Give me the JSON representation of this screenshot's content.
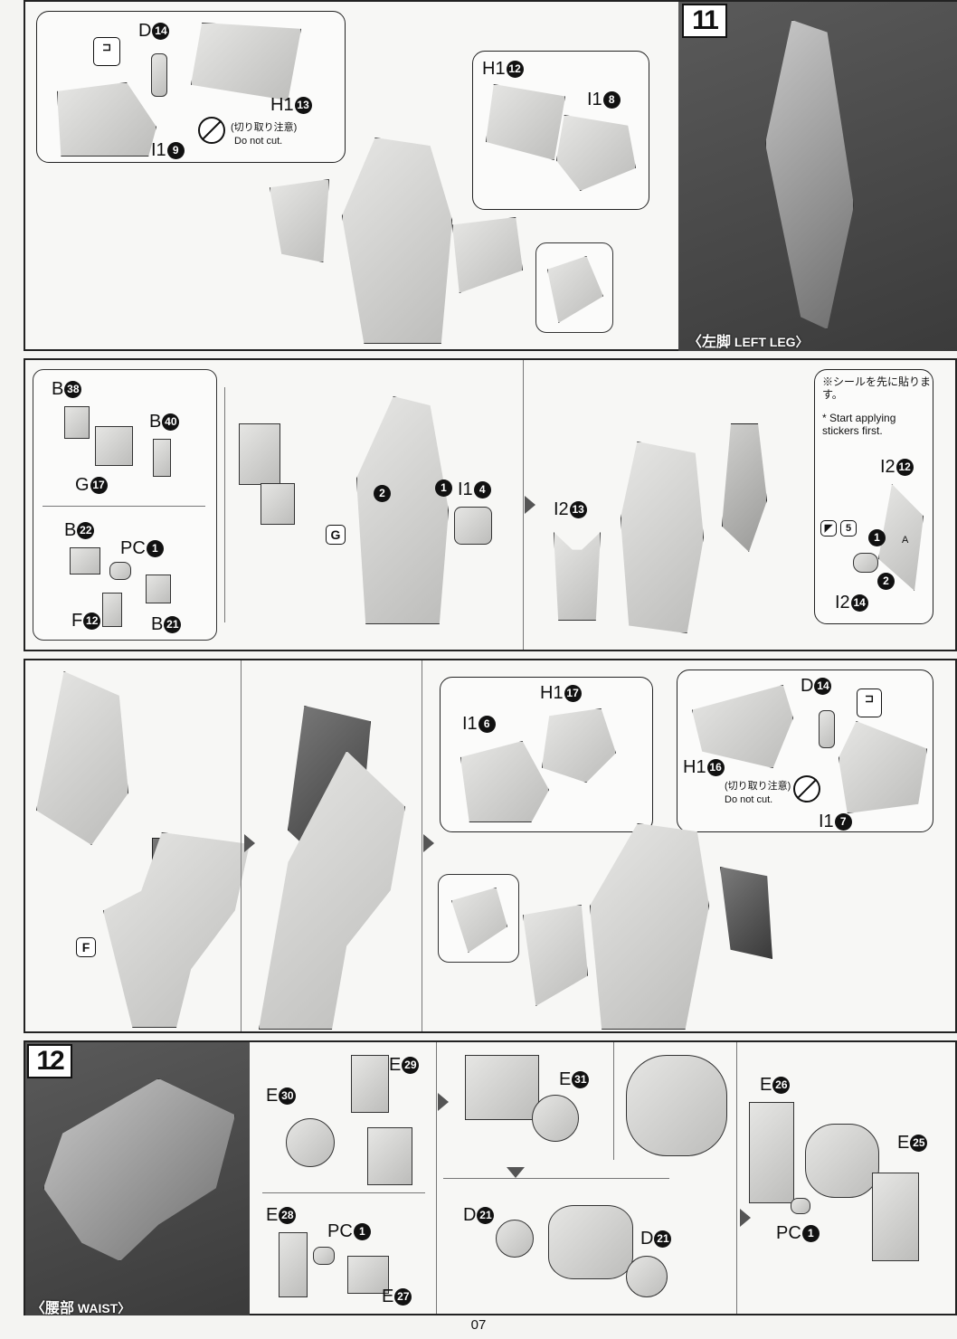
{
  "page_number": "07",
  "steps": {
    "step11": {
      "number": "11",
      "caption_jp": "〈左脚",
      "caption_en": "LEFT LEG〉",
      "panel_a": {
        "label_d14": "D",
        "num_d14": "14",
        "label_h1_13": "H1",
        "num_h1_13": "13",
        "label_i1_9": "I1",
        "num_i1_9": "9",
        "warn_jp": "(切り取り注意)",
        "warn_en": "Do not cut.",
        "label_h1_12": "H1",
        "num_h1_12": "12",
        "label_i1_8": "I1",
        "num_i1_8": "8"
      },
      "panel_b": {
        "label_b38": "B",
        "num_b38": "38",
        "label_b40": "B",
        "num_b40": "40",
        "label_g17": "G",
        "num_g17": "17",
        "label_b22": "B",
        "num_b22": "22",
        "label_pc1": "PC",
        "num_pc1": "1",
        "label_f12": "F",
        "num_f12": "12",
        "label_b21": "B",
        "num_b21": "21",
        "tag_g": "G",
        "order_1": "1",
        "order_2": "2",
        "label_i1_4": "I1",
        "num_i1_4": "4",
        "label_i2_13": "I2",
        "num_i2_13": "13",
        "sticker_note_jp": "※シールを先に貼ります。",
        "sticker_note_en": "* Start applying stickers first.",
        "label_i2_12": "I2",
        "num_i2_12": "12",
        "sticker_no": "5",
        "mark_a": "A",
        "label_i2_14": "I2",
        "num_i2_14": "14"
      },
      "panel_c": {
        "tag_f": "F",
        "label_i1_6": "I1",
        "num_i1_6": "6",
        "label_h1_17": "H1",
        "num_h1_17": "17",
        "label_d14": "D",
        "num_d14": "14",
        "label_h1_16": "H1",
        "num_h1_16": "16",
        "warn_jp": "(切り取り注意)",
        "warn_en": "Do not cut.",
        "label_i1_7": "I1",
        "num_i1_7": "7"
      }
    },
    "step12": {
      "number": "12",
      "caption_jp": "〈腰部",
      "caption_en": "WAIST〉",
      "label_e30": "E",
      "num_e30": "30",
      "label_e29": "E",
      "num_e29": "29",
      "label_e28": "E",
      "num_e28": "28",
      "label_pc1": "PC",
      "num_pc1": "1",
      "label_e27": "E",
      "num_e27": "27",
      "label_e31": "E",
      "num_e31": "31",
      "label_d21a": "D",
      "num_d21a": "21",
      "label_d21b": "D",
      "num_d21b": "21",
      "label_e26": "E",
      "num_e26": "26",
      "label_e25": "E",
      "num_e25": "25",
      "label_pc1b": "PC",
      "num_pc1b": "1"
    }
  }
}
